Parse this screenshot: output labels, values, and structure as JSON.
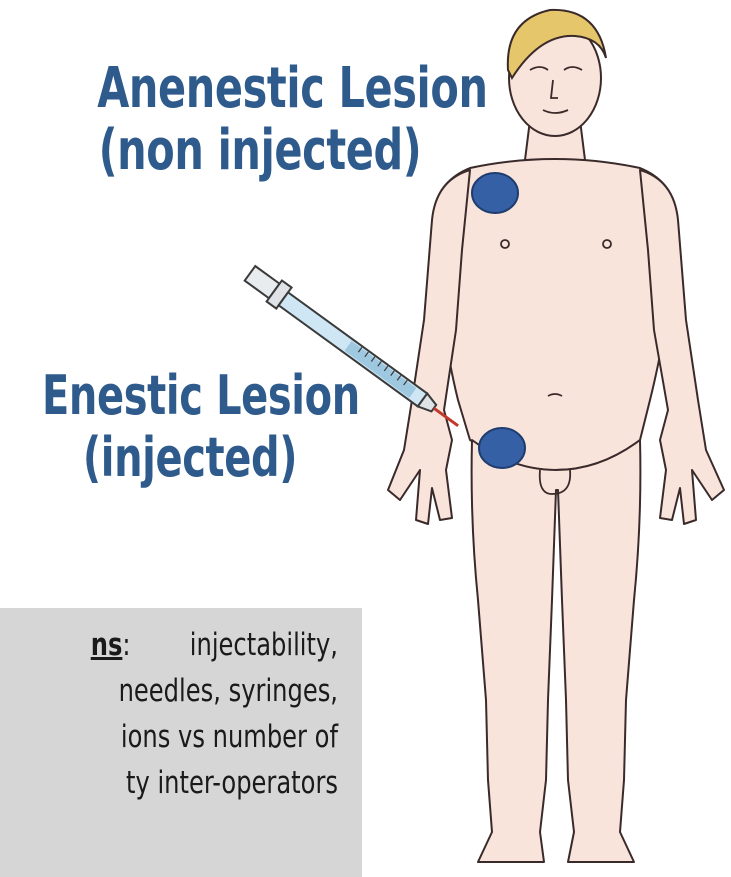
{
  "labels": {
    "anenestic_line1": "Anenestic Lesion",
    "anenestic_line2": "(non injected)",
    "enestic_line1": "Enestic Lesion",
    "enestic_line2": "(injected)"
  },
  "note": {
    "line1_head": "ns",
    "line1_colon": ":",
    "line1_text": "injectability,",
    "line2": "needles, syringes,",
    "line3": "ions vs number of",
    "line4": "ty inter-operators"
  },
  "colors": {
    "label": "#2e5a8c",
    "lesion": "#3560a6",
    "skin": "#f9e4dc",
    "hair": "#e6c66a",
    "note_bg": "#d6d6d6"
  },
  "icons": [
    "human-body-figure",
    "syringe-icon"
  ]
}
